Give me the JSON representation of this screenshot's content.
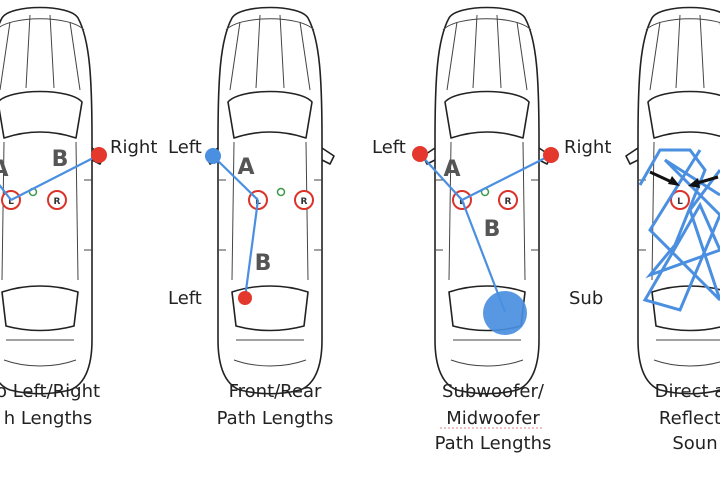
{
  "panels": [
    {
      "caption": [
        "o Left/Right",
        "h Lengths"
      ],
      "labels": {
        "right": "Right"
      },
      "path_letters": [
        "A",
        "B"
      ]
    },
    {
      "caption": [
        "Front/Rear",
        "Path Lengths"
      ],
      "labels": {
        "front_left": "Left",
        "rear_left": "Left"
      },
      "path_letters": [
        "A",
        "B"
      ]
    },
    {
      "caption": [
        "Subwoofer/",
        "Midwoofer",
        "Path Lengths"
      ],
      "labels": {
        "left": "Left",
        "right": "Right",
        "sub": "Sub"
      },
      "path_letters": [
        "A",
        "B"
      ]
    },
    {
      "caption": [
        "Direct a",
        "Reflect",
        "Soun"
      ]
    }
  ],
  "seat_markers": {
    "left": "L",
    "right": "R"
  },
  "colors": {
    "speaker_red": "#e3382b",
    "path_blue": "#4a8fe0",
    "seat_red": "#d9342a",
    "center_green": "#3a9a4a"
  }
}
